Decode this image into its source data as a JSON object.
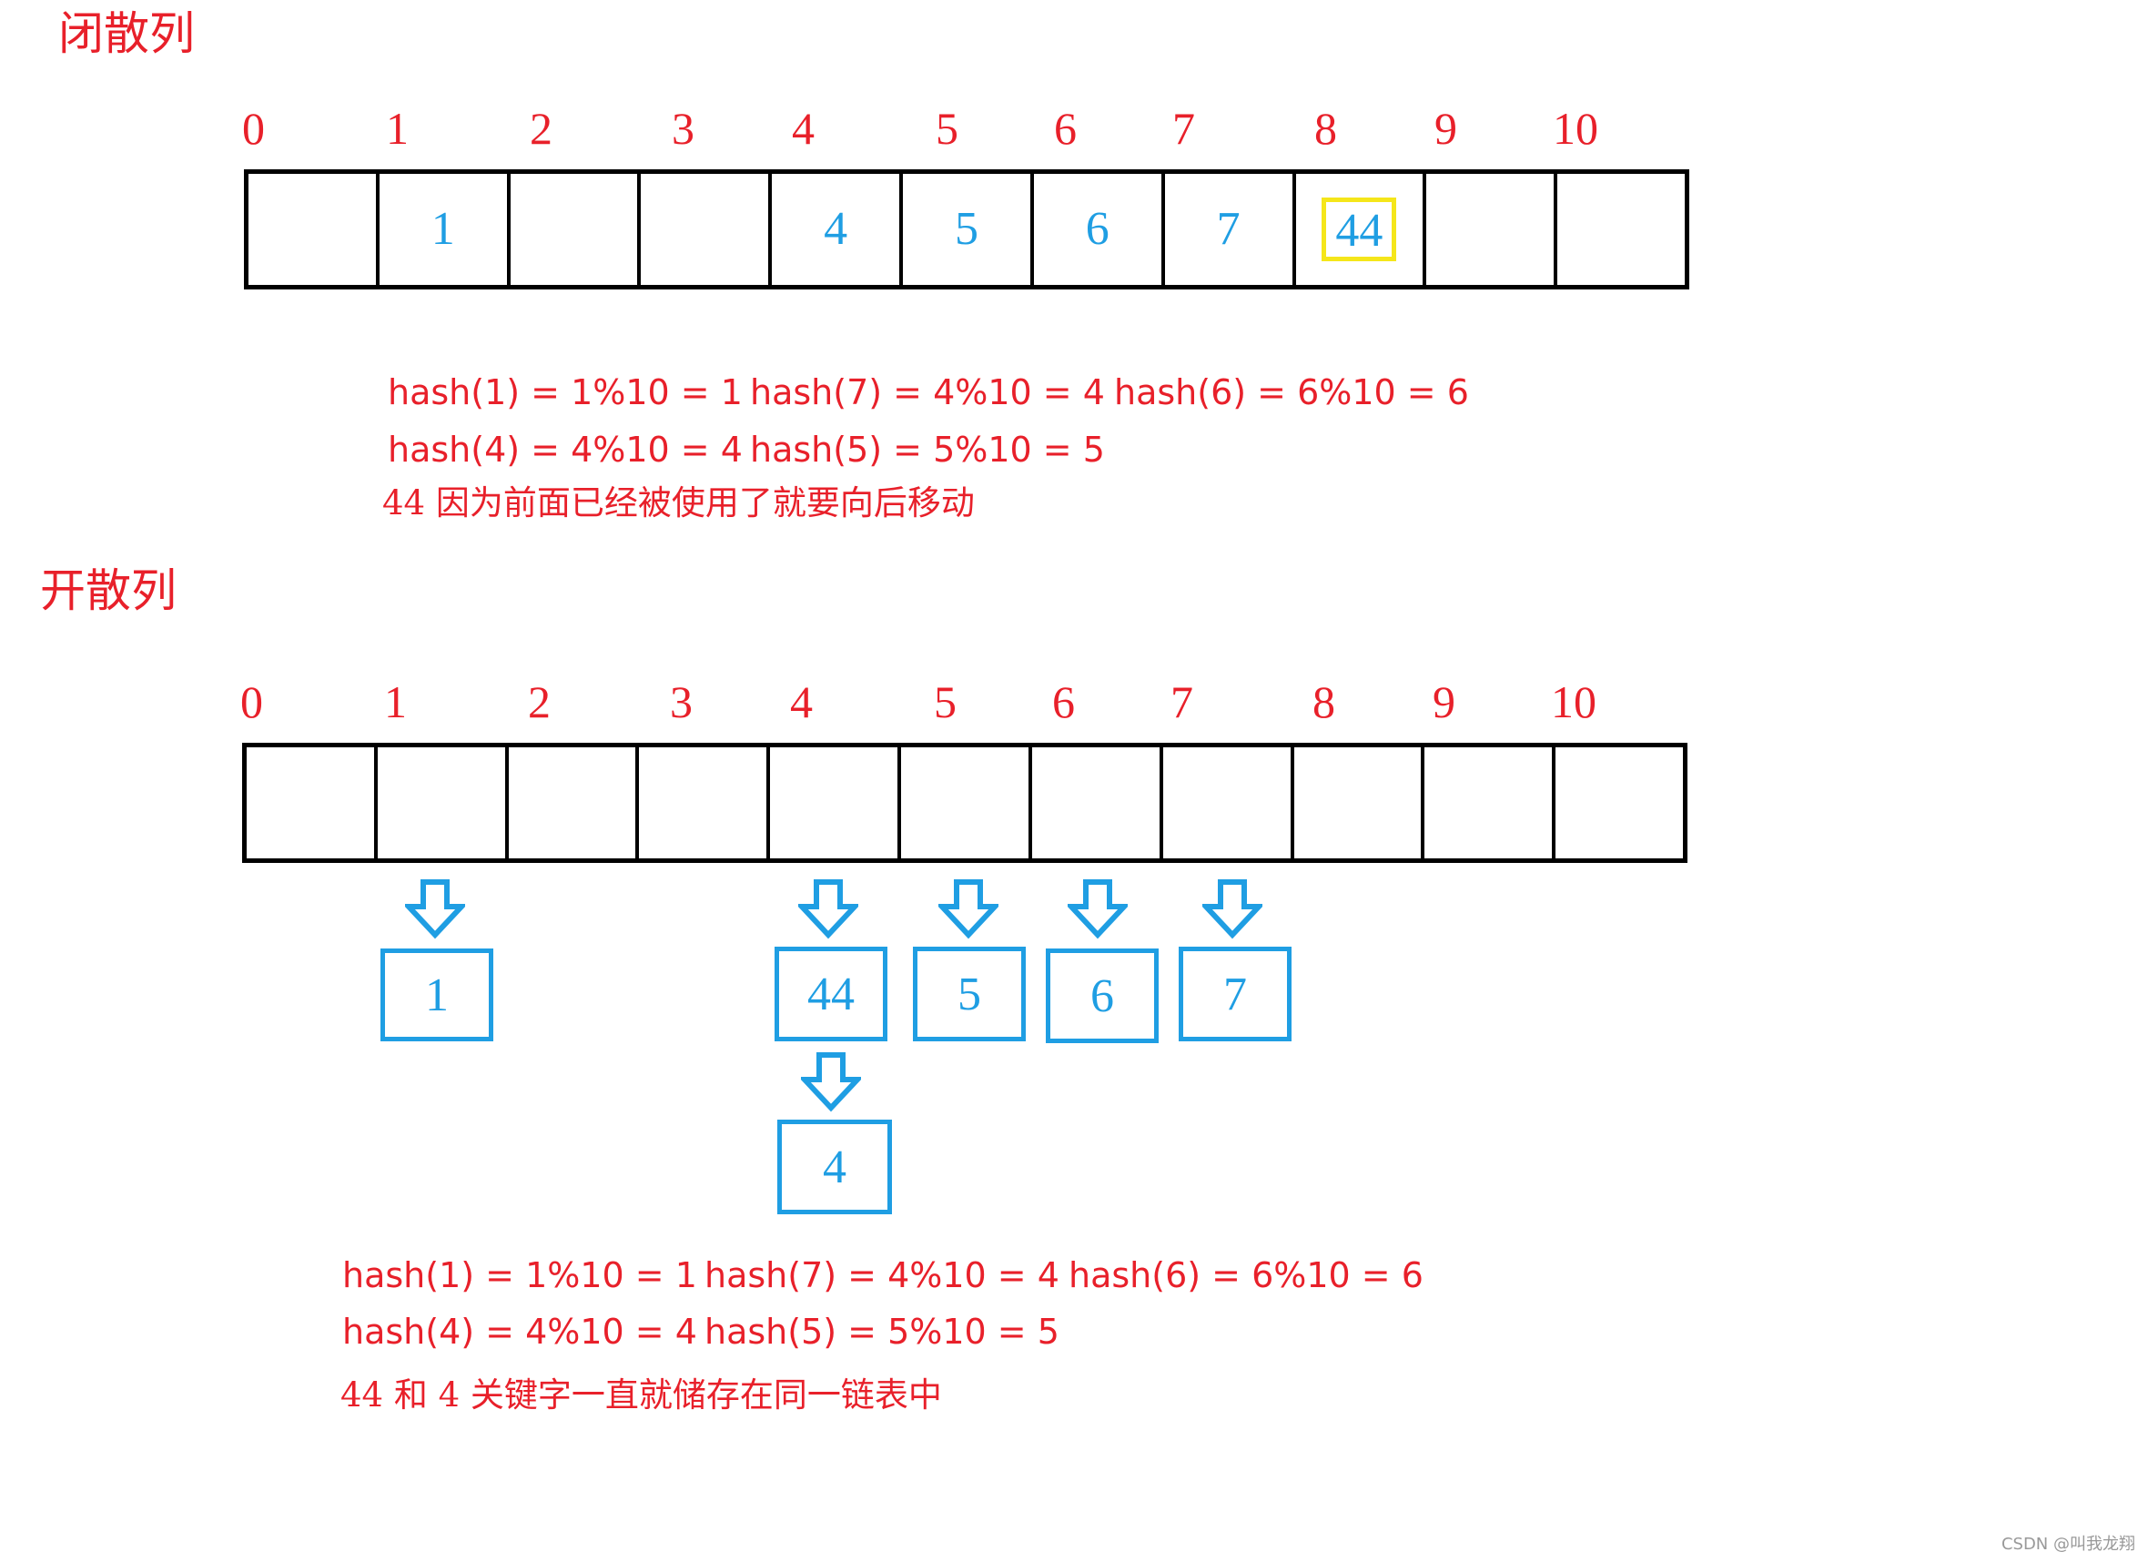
{
  "closed": {
    "title": "闭散列",
    "indices": [
      "0",
      "1",
      "2",
      "3",
      "4",
      "5",
      "6",
      "7",
      "8",
      "9",
      "10"
    ],
    "cells": [
      "",
      "1",
      "",
      "",
      "4",
      "5",
      "6",
      "7",
      "44",
      "",
      ""
    ],
    "highlight_index": 8,
    "formulas": {
      "row1": [
        "hash(1) = 1%10 = 1",
        "hash(7) = 4%10 = 4",
        "hash(6) = 6%10 = 6"
      ],
      "row2": [
        "hash(4) = 4%10 = 4",
        "hash(5) = 5%10 = 5"
      ]
    },
    "note": "44 因为前面已经被使用了就要向后移动"
  },
  "open": {
    "title": "开散列",
    "indices": [
      "0",
      "1",
      "2",
      "3",
      "4",
      "5",
      "6",
      "7",
      "8",
      "9",
      "10"
    ],
    "chains": [
      {
        "slot": 1,
        "nodes": [
          "1"
        ]
      },
      {
        "slot": 4,
        "nodes": [
          "44",
          "4"
        ]
      },
      {
        "slot": 5,
        "nodes": [
          "5"
        ]
      },
      {
        "slot": 6,
        "nodes": [
          "6"
        ]
      },
      {
        "slot": 7,
        "nodes": [
          "7"
        ]
      }
    ],
    "formulas": {
      "row1": [
        "hash(1) = 1%10 = 1",
        "hash(7) = 4%10 = 4",
        "hash(6) = 6%10 = 6"
      ],
      "row2": [
        "hash(4) = 4%10 = 4",
        "hash(5) = 5%10 = 5"
      ]
    },
    "note": "44 和 4 关键字一直就储存在同一链表中"
  },
  "watermark": "CSDN @叫我龙翔",
  "colors": {
    "label_red": "#e8202a",
    "value_blue": "#1f9ee3",
    "highlight_yellow": "#f5e61a",
    "border_black": "#000000"
  }
}
